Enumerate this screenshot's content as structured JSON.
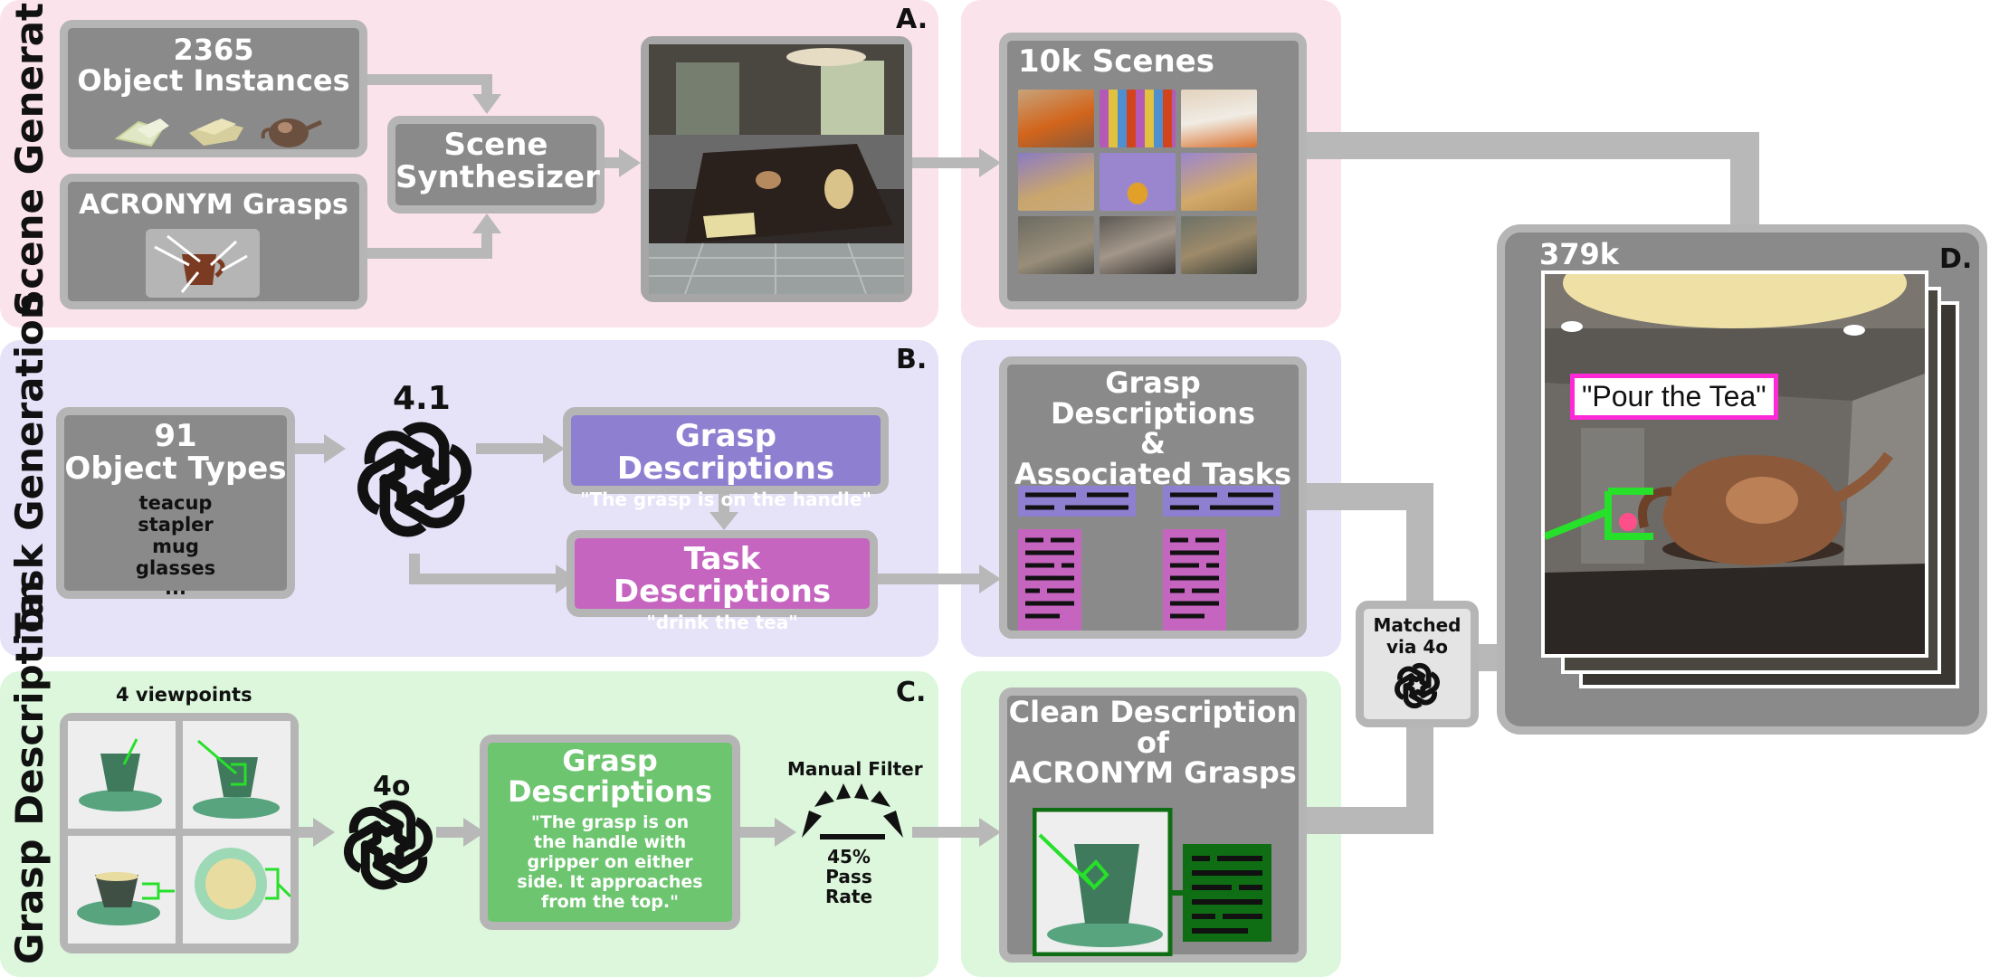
{
  "sections": {
    "a": {
      "side_label": "Scene Generation",
      "tag": "A."
    },
    "b": {
      "side_label": "Task Generation",
      "tag": "B."
    },
    "c": {
      "side_label": "Grasp Description",
      "tag": "C."
    },
    "d": {
      "tag": "D."
    }
  },
  "scene": {
    "objects_count": "2365",
    "objects_label": "Object Instances",
    "grasps_label": "ACRONYM Grasps",
    "synth_line1": "Scene",
    "synth_line2": "Synthesizer",
    "scenes_label": "10k Scenes"
  },
  "task": {
    "types_count": "91",
    "types_label": "Object Types",
    "types_list": [
      "teacup",
      "stapler",
      "mug",
      "glasses",
      "..."
    ],
    "model_label": "4.1",
    "grasp_desc_title": "Grasp Descriptions",
    "grasp_desc_quote": "\"The grasp is on the handle\"",
    "task_desc_title": "Task Descriptions",
    "task_desc_quote": "\"drink the tea\"",
    "assoc_line1": "Grasp Descriptions",
    "assoc_line2": "&",
    "assoc_line3": "Associated Tasks"
  },
  "grasp": {
    "viewpoints_label": "4 viewpoints",
    "model_label": "4o",
    "desc_line1": "Grasp",
    "desc_line2": "Descriptions",
    "desc_quote_lines": [
      "\"The grasp is on",
      "the handle with",
      "gripper on either",
      "side. It approaches",
      "from the top.\""
    ],
    "filter_label": "Manual Filter",
    "pass_lines": [
      "45%",
      "Pass",
      "Rate"
    ],
    "clean_line1": "Clean Description",
    "clean_line2": "of",
    "clean_line3": "ACRONYM Grasps"
  },
  "match": {
    "line1": "Matched",
    "line2": "via 4o"
  },
  "dataset": {
    "count": "379k",
    "caption": "\"Pour the Tea\""
  },
  "colors": {
    "pink_bg": "#fbe3ec",
    "lavender_bg": "#e6e2f8",
    "mint_bg": "#dcf7dc",
    "box_gray": "#8a8a8a",
    "grasp_purple": "#8f7fd0",
    "task_magenta": "#c565c0",
    "green_box": "#6dc56f",
    "gripper_green": "#27e02a",
    "caption_magenta": "#ff29d8"
  }
}
